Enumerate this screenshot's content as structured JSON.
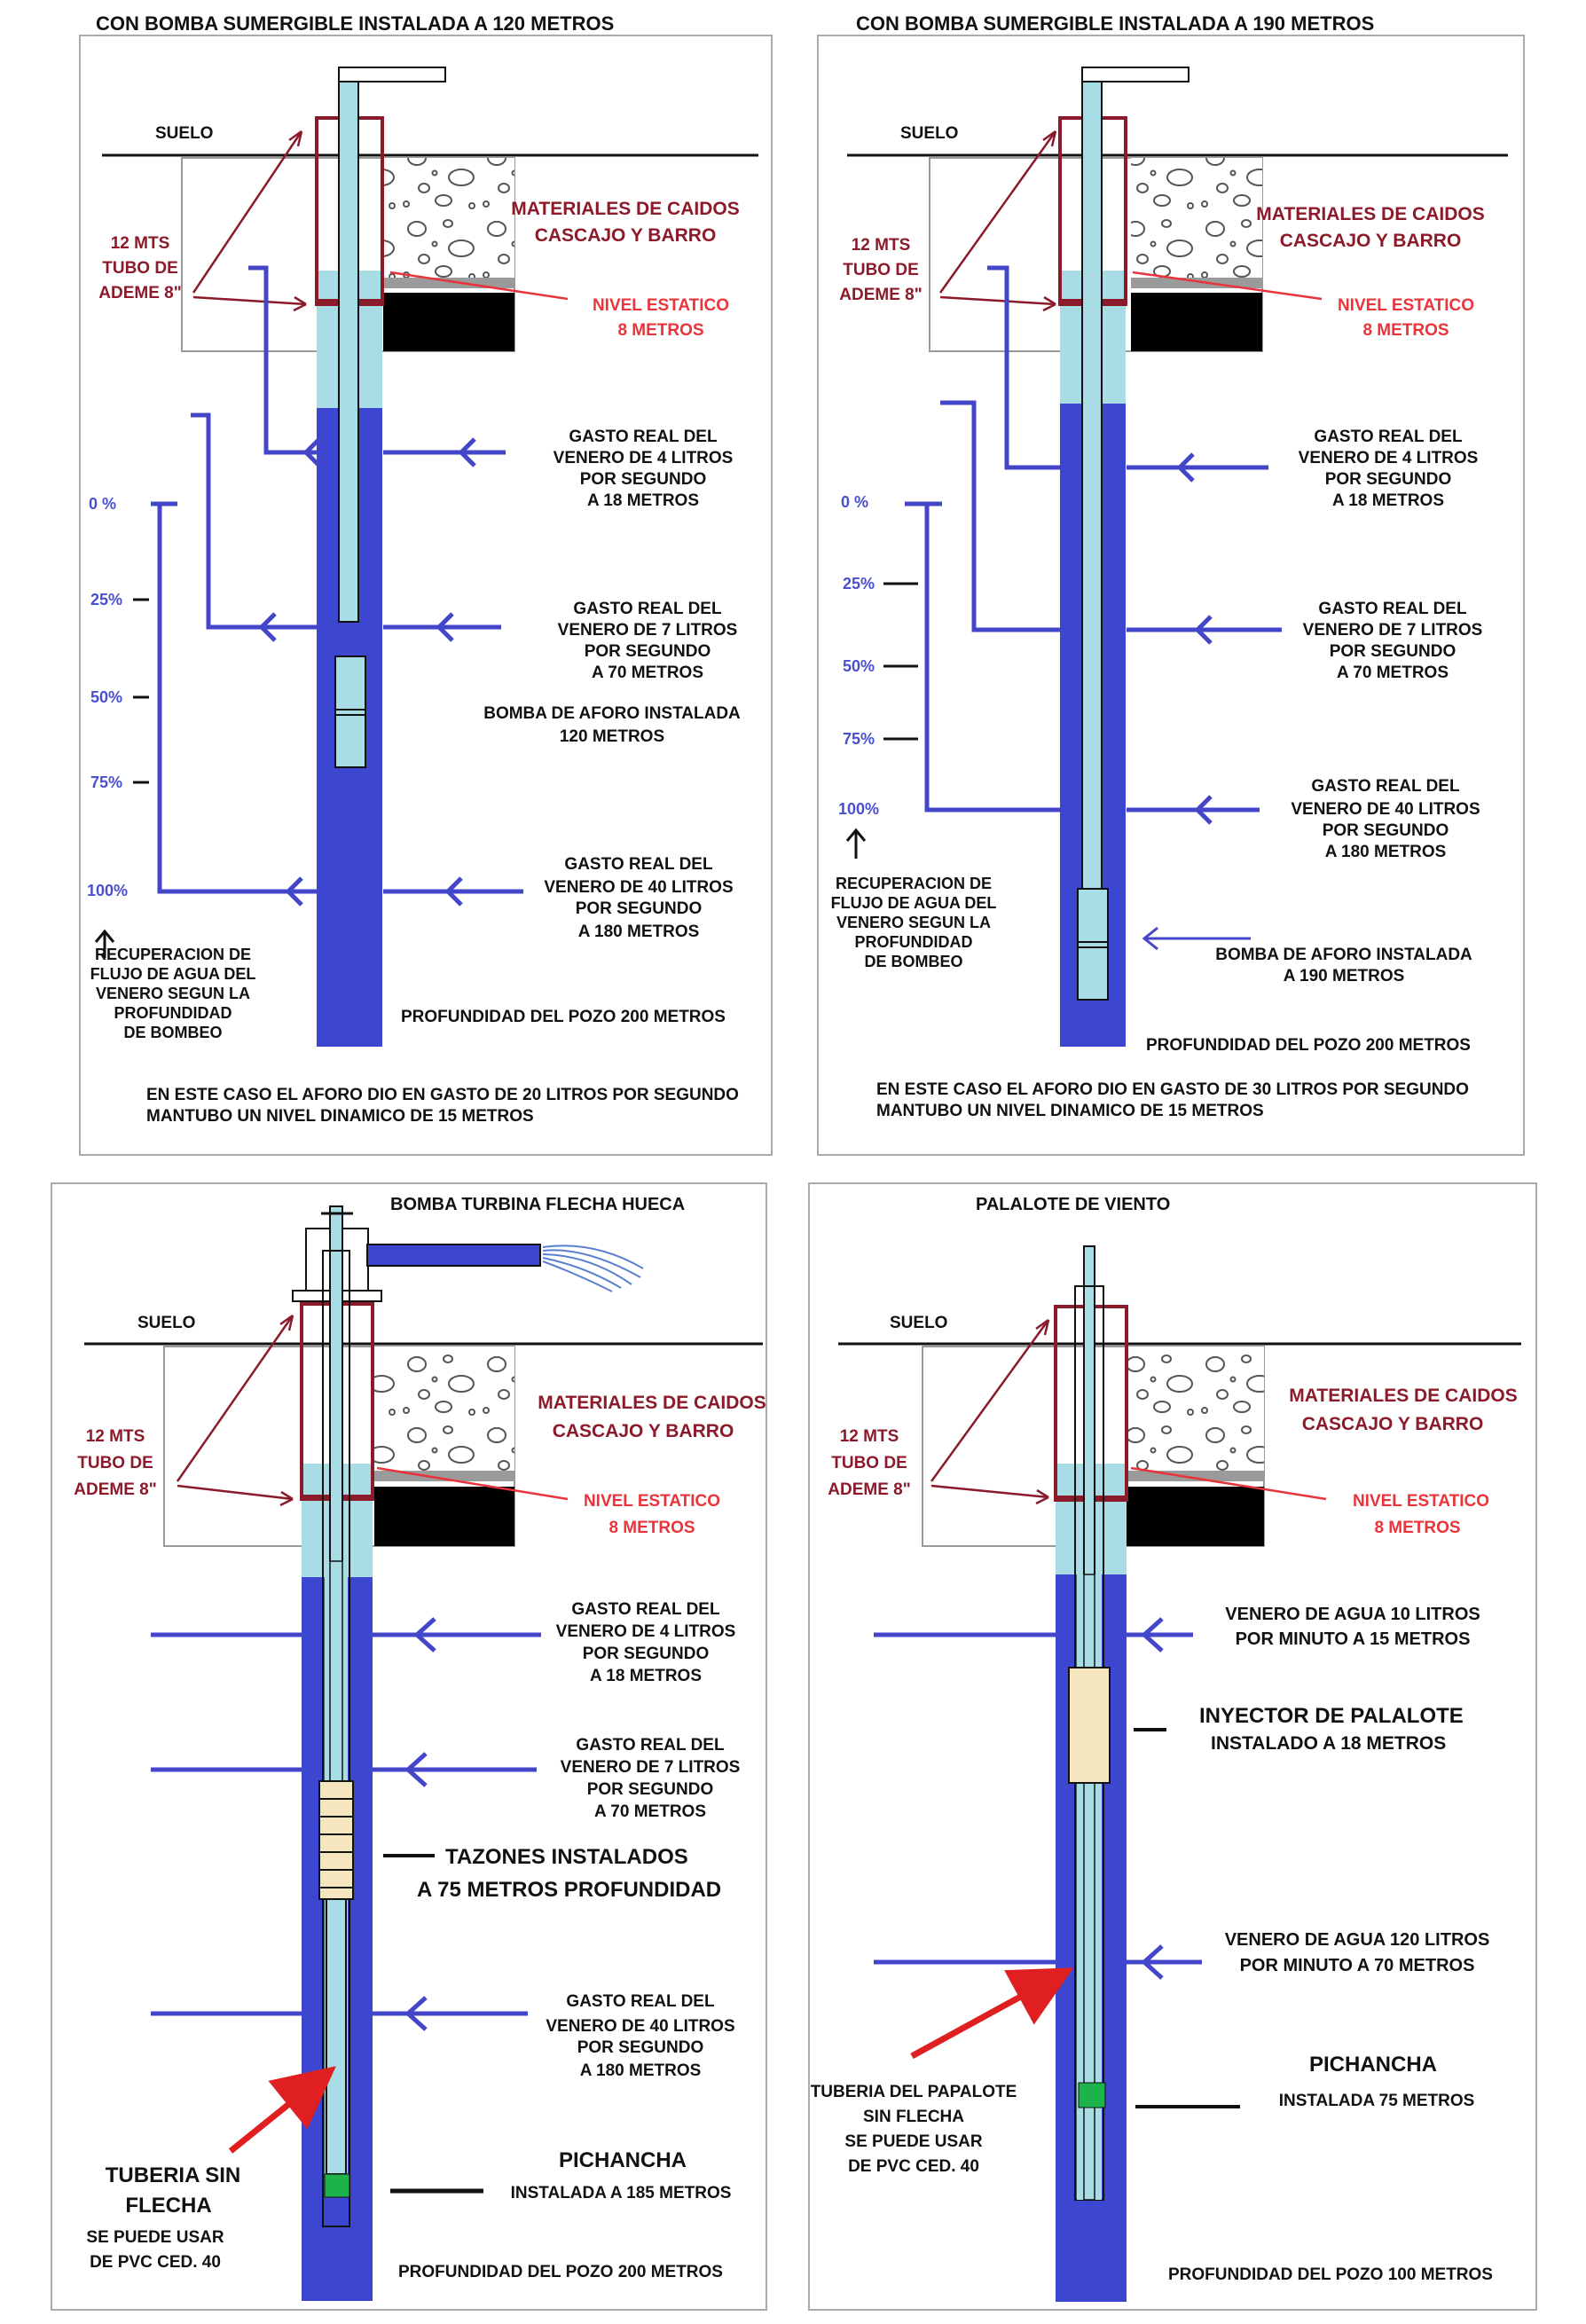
{
  "colors": {
    "well_blue": "#3c46cf",
    "water_light": "#a9dde6",
    "casing_maroon": "#8b1a2a",
    "flow_arrow_blue": "#4446c9",
    "label_red": "#e8343a",
    "bowls_beige": "#f5e6c0",
    "foot_valve_green": "#1bb34a"
  },
  "icons": [
    "pump-icon",
    "arrow-icon",
    "pipe-icon",
    "bowl-icon",
    "foot-valve-icon",
    "injector-icon",
    "water-spray-icon"
  ],
  "panels": [
    {
      "title": "CON BOMBA SUMERGIBLE INSTALADA A 120 METROS",
      "suelo": "SUELO",
      "casing": [
        "12 MTS",
        "TUBO DE",
        "ADEME 8\""
      ],
      "materials": [
        "MATERIALES DE CAIDOS",
        "CASCAJO Y BARRO"
      ],
      "static": [
        "NIVEL ESTATICO",
        "8 METROS"
      ],
      "flows": [
        {
          "lines": [
            "GASTO REAL DEL",
            "VENERO DE 4 LITROS",
            "POR SEGUNDO",
            "A 18 METROS"
          ]
        },
        {
          "lines": [
            "GASTO REAL DEL",
            "VENERO DE 7 LITROS",
            "POR SEGUNDO",
            "A 70 METROS"
          ]
        },
        {
          "lines": [
            "GASTO REAL DEL",
            "VENERO DE 40 LITROS",
            "POR SEGUNDO",
            "A 180 METROS"
          ]
        }
      ],
      "pump_label": [
        "BOMBA DE AFORO INSTALADA",
        "120 METROS"
      ],
      "scale": [
        "0 %",
        "25%",
        "50%",
        "75%",
        "100%"
      ],
      "recovery": [
        "RECUPERACION DE",
        "FLUJO DE AGUA DEL",
        "VENERO SEGUN LA",
        "PROFUNDIDAD",
        "DE BOMBEO"
      ],
      "depth": "PROFUNDIDAD DEL POZO 200 METROS",
      "note": [
        "EN ESTE CASO EL AFORO DIO EN GASTO DE 20 LITROS POR SEGUNDO",
        "MANTUBO UN NIVEL DINAMICO DE 15 METROS"
      ]
    },
    {
      "title": "CON BOMBA SUMERGIBLE INSTALADA A 190 METROS",
      "suelo": "SUELO",
      "casing": [
        "12 MTS",
        "TUBO DE",
        "ADEME 8\""
      ],
      "materials": [
        "MATERIALES DE CAIDOS",
        "CASCAJO Y BARRO"
      ],
      "static": [
        "NIVEL ESTATICO",
        "8 METROS"
      ],
      "flows": [
        {
          "lines": [
            "GASTO REAL DEL",
            "VENERO DE 4 LITROS",
            "POR SEGUNDO",
            "A 18 METROS"
          ]
        },
        {
          "lines": [
            "GASTO REAL DEL",
            "VENERO DE 7 LITROS",
            "POR SEGUNDO",
            "A 70 METROS"
          ]
        },
        {
          "lines": [
            "GASTO REAL DEL",
            "VENERO DE 40 LITROS",
            "POR SEGUNDO",
            "A 180 METROS"
          ]
        }
      ],
      "pump_label": [
        "BOMBA DE AFORO INSTALADA",
        "A 190 METROS"
      ],
      "scale": [
        "0 %",
        "25%",
        "50%",
        "75%",
        "100%"
      ],
      "recovery": [
        "RECUPERACION DE",
        "FLUJO DE AGUA DEL",
        "VENERO SEGUN LA",
        "PROFUNDIDAD",
        "DE BOMBEO"
      ],
      "depth": "PROFUNDIDAD DEL POZO 200 METROS",
      "note": [
        "EN ESTE CASO EL AFORO DIO EN GASTO DE 30 LITROS POR SEGUNDO",
        "MANTUBO UN NIVEL DINAMICO DE 15 METROS"
      ]
    },
    {
      "title": "BOMBA TURBINA FLECHA HUECA",
      "suelo": "SUELO",
      "casing": [
        "12 MTS",
        "TUBO DE",
        "ADEME 8\""
      ],
      "materials": [
        "MATERIALES DE CAIDOS",
        "CASCAJO Y BARRO"
      ],
      "static": [
        "NIVEL ESTATICO",
        "8 METROS"
      ],
      "flows": [
        {
          "lines": [
            "GASTO REAL DEL",
            "VENERO DE 4 LITROS",
            "POR SEGUNDO",
            "A 18 METROS"
          ]
        },
        {
          "lines": [
            "GASTO REAL DEL",
            "VENERO DE 7 LITROS",
            "POR SEGUNDO",
            "A 70 METROS"
          ]
        },
        {
          "lines": [
            "GASTO REAL DEL",
            "VENERO DE 40 LITROS",
            "POR SEGUNDO",
            "A 180 METROS"
          ]
        }
      ],
      "bowls": [
        "TAZONES INSTALADOS",
        "A 75 METROS PROFUNDIDAD"
      ],
      "pipe": [
        "TUBERIA SIN",
        "FLECHA"
      ],
      "pvc": [
        "SE PUEDE USAR",
        "DE PVC CED. 40"
      ],
      "foot": [
        "PICHANCHA",
        "INSTALADA A 185 METROS"
      ],
      "depth": "PROFUNDIDAD DEL POZO 200 METROS"
    },
    {
      "title": "PALALOTE DE VIENTO",
      "suelo": "SUELO",
      "casing": [
        "12 MTS",
        "TUBO DE",
        "ADEME 8\""
      ],
      "materials": [
        "MATERIALES DE CAIDOS",
        "CASCAJO Y BARRO"
      ],
      "static": [
        "NIVEL ESTATICO",
        "8 METROS"
      ],
      "flows": [
        {
          "lines": [
            "VENERO DE AGUA 10 LITROS",
            "POR MINUTO A 15 METROS"
          ]
        },
        {
          "lines": [
            "VENERO DE AGUA 120 LITROS",
            "POR MINUTO A 70 METROS"
          ]
        }
      ],
      "injector": [
        "INYECTOR DE PALALOTE",
        "INSTALADO A 18 METROS"
      ],
      "pipe": [
        "TUBERIA DEL PAPALOTE",
        "SIN FLECHA",
        "SE PUEDE USAR",
        "DE PVC CED. 40"
      ],
      "foot": [
        "PICHANCHA",
        "INSTALADA 75 METROS"
      ],
      "depth": "PROFUNDIDAD DEL POZO 100 METROS"
    }
  ]
}
